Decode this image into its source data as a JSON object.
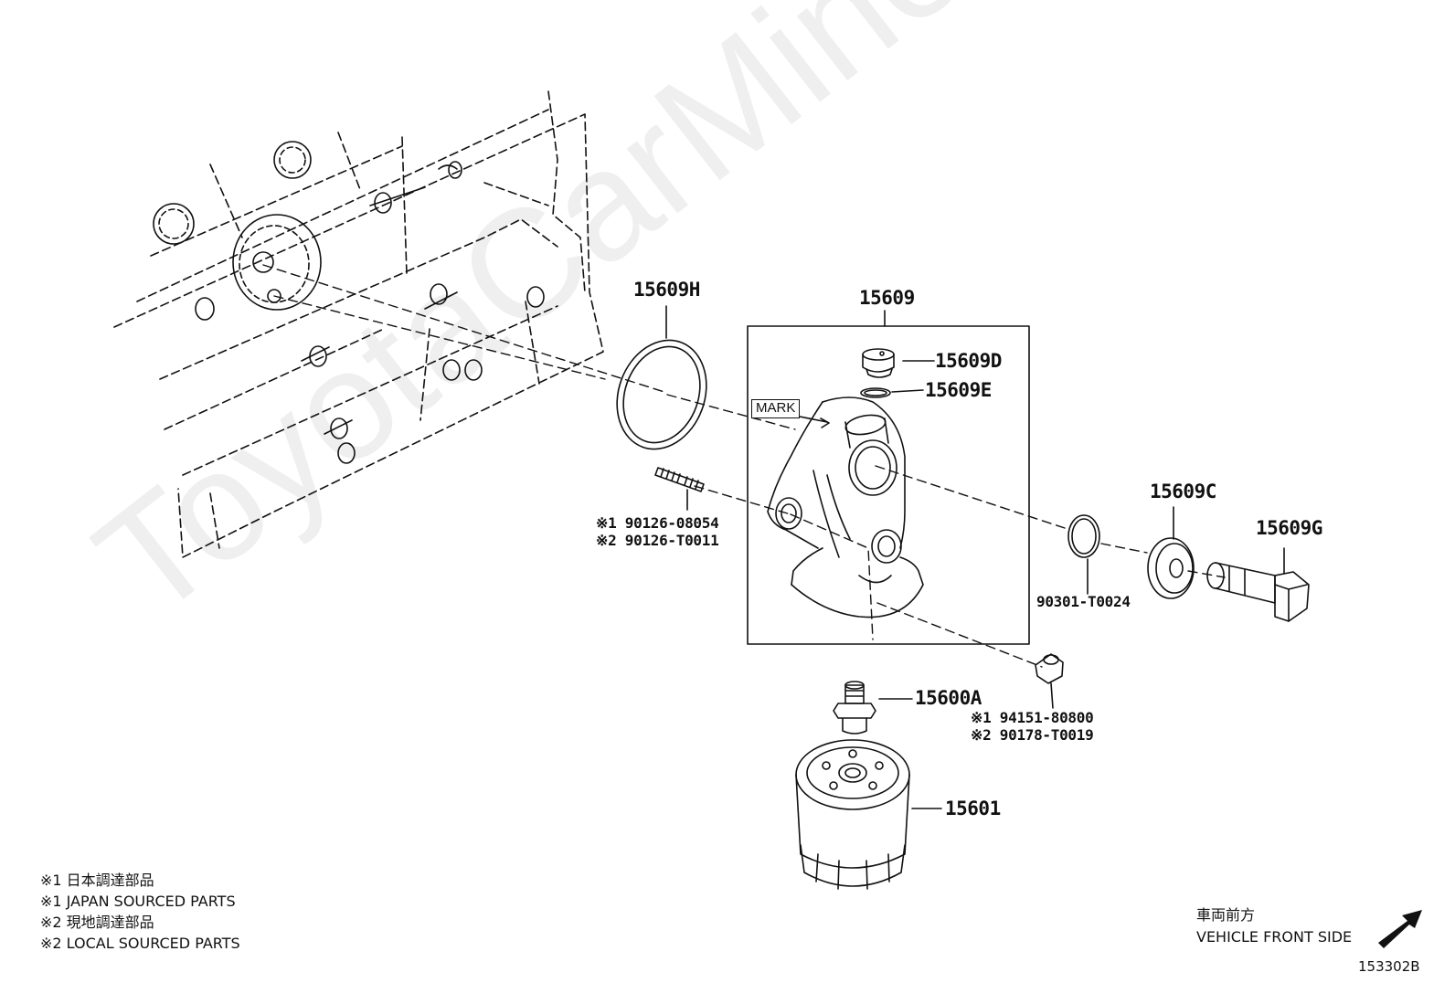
{
  "watermark": "ToyotaCarMine.ru",
  "part_labels": {
    "p15609H": "15609H",
    "p15609": "15609",
    "p15609D": "15609D",
    "p15609E": "15609E",
    "p15609C": "15609C",
    "p15609G": "15609G",
    "p15600A": "15600A",
    "p15601": "15601",
    "p90301": "90301-T0024"
  },
  "stud_labels": {
    "line1": "※1 90126-08054",
    "line2": "※2 90126-T0011"
  },
  "nut_labels": {
    "line1": "※1 94151-80800",
    "line2": "※2 90178-T0019"
  },
  "mark_label": "MARK",
  "legend": [
    "※1 日本調達部品",
    "※1 JAPAN SOURCED PARTS",
    "※2 現地調達部品",
    "※2 LOCAL SOURCED PARTS"
  ],
  "direction": {
    "jp": "車両前方",
    "en": "VEHICLE FRONT SIDE"
  },
  "figure_id": "153302B"
}
